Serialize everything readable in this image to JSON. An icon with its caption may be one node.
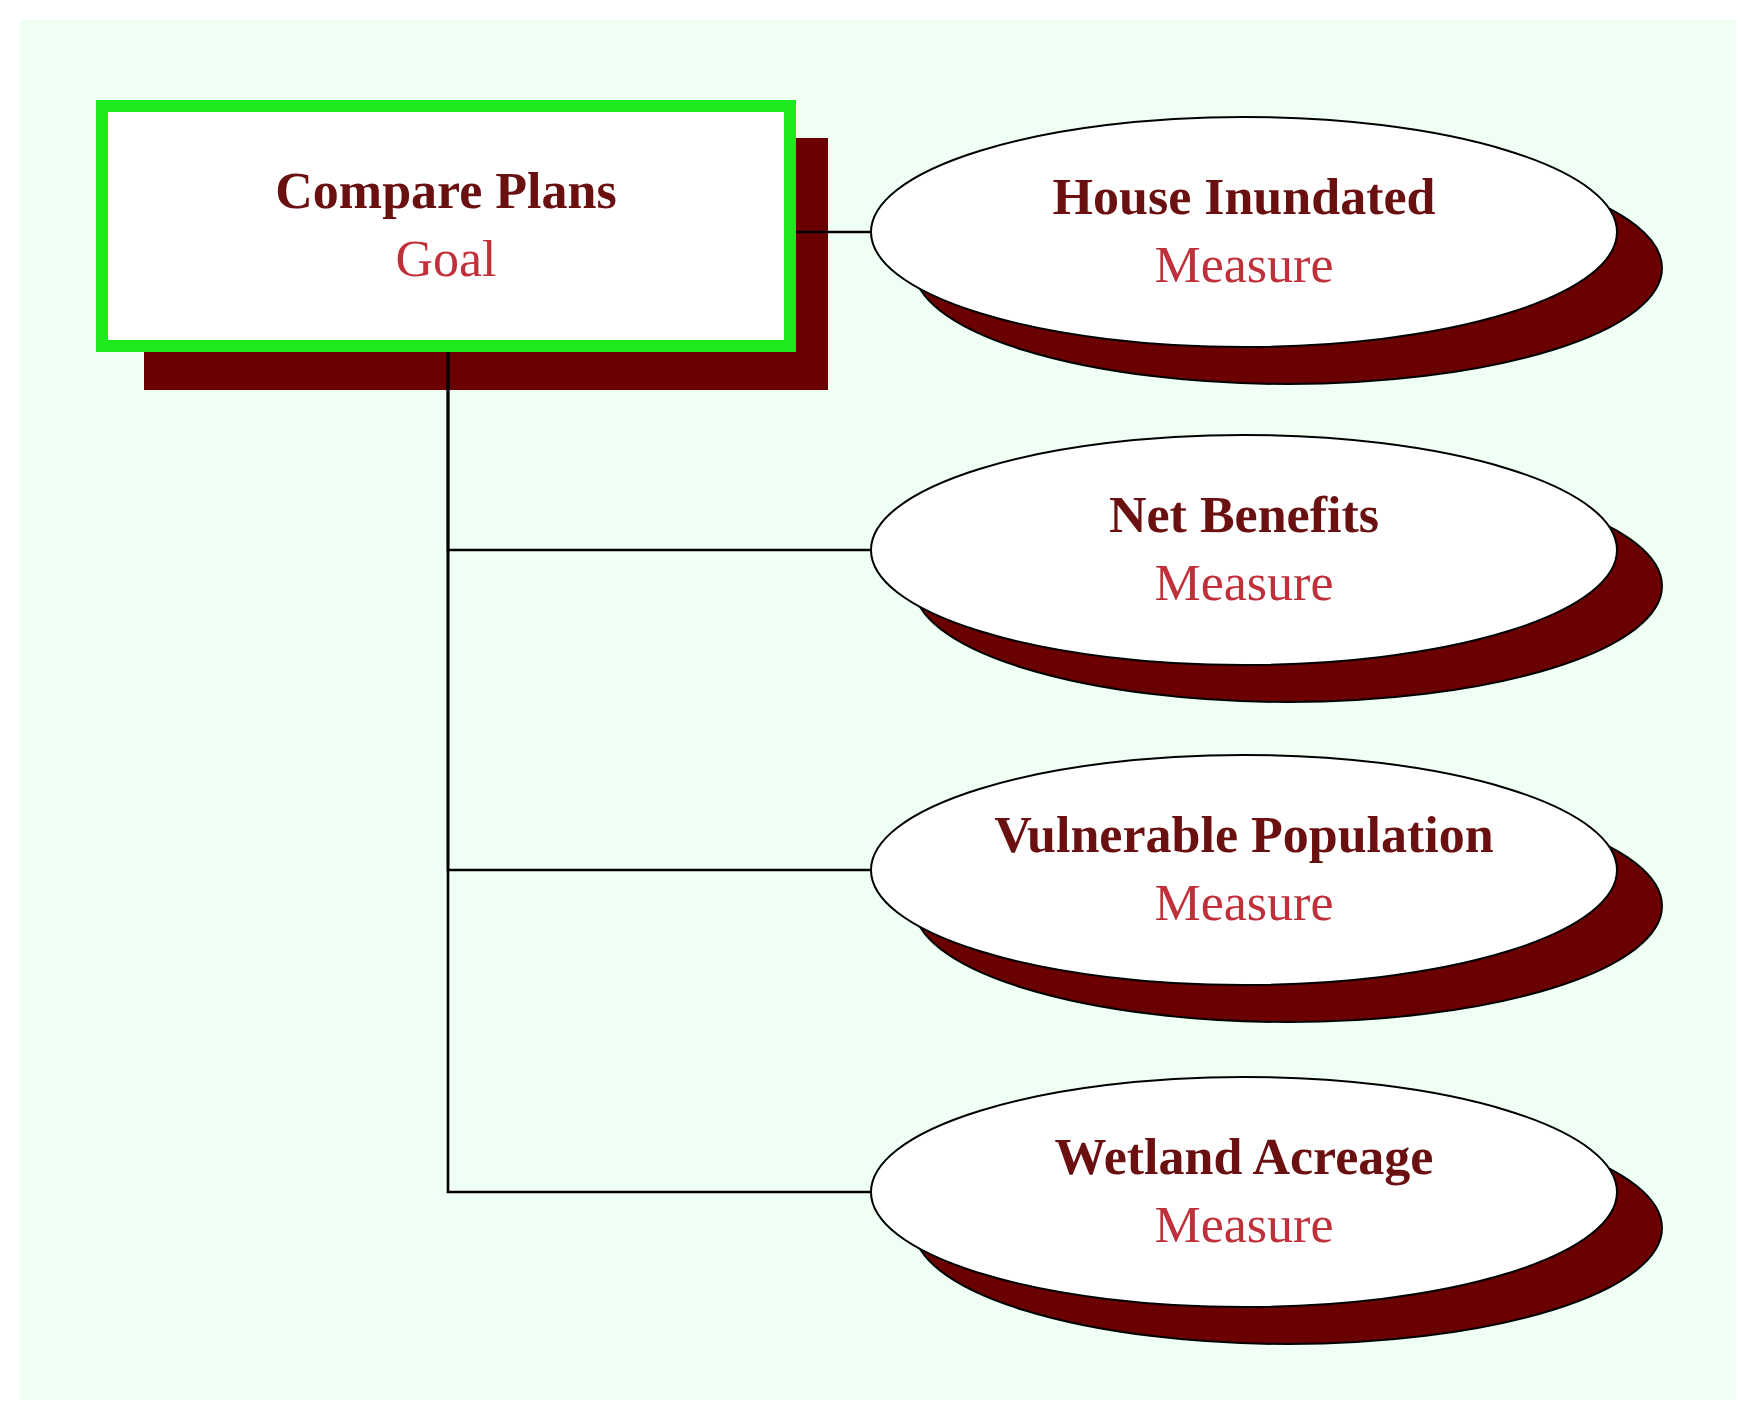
{
  "diagram": {
    "nodes": [
      {
        "text": [
          "Compare Plans",
          "Goal"
        ]
      },
      {
        "text": [
          "House Inundated",
          "Measure"
        ]
      },
      {
        "text": [
          "Net Benefits",
          "Measure"
        ]
      },
      {
        "text": [
          "Vulnerable Population",
          "Measure"
        ]
      },
      {
        "text": [
          "Wetland Acreage",
          "Measure"
        ]
      }
    ],
    "edges": [
      {
        "from": 0,
        "to": 1,
        "arrow": "none"
      },
      {
        "from": 0,
        "to": 2,
        "arrow": "none"
      },
      {
        "from": 0,
        "to": 3,
        "arrow": "none"
      },
      {
        "from": 0,
        "to": 4,
        "arrow": "none"
      }
    ]
  }
}
